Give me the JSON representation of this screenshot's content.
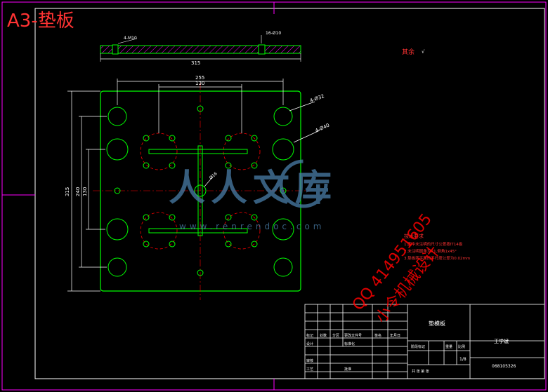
{
  "sheet": {
    "header_title": "A3-垫板",
    "remark": "其余",
    "colors": {
      "background": "#000000",
      "sheet_border": "#ff00ff",
      "inner_border": "#ffffff",
      "part": "#00ff00",
      "holes": "#ff0000",
      "centerlines": "#ff0000",
      "dimensions": "#ffffff",
      "hatch": "#ff00ff",
      "watermark": "#ff0000",
      "logo": "#4a7ea8"
    }
  },
  "dimensions": {
    "top_view_width": "315",
    "top_left_callout": "4-M10",
    "top_right_callout": "16-Ø10",
    "overall_width_inner": "255",
    "hole_spacing_x": "130",
    "callout_a": "4-Ø32",
    "callout_b": "4-Ø40",
    "center_hole": "Ø16",
    "height_overall": "315",
    "height_inner": "240",
    "height_hole": "130"
  },
  "tech_notes": {
    "title": "技术要求",
    "lines": [
      "1.图中未注明的尺寸公差按IT14级",
      "2.未注明圆角为R1,倒角1x45°",
      "3.垫板两平面的平行度公差为0.02mm"
    ]
  },
  "title_block": {
    "part_name": "垫模板",
    "designer": "王学斌",
    "drawing_no": "068105326",
    "scale": "1/8",
    "labels": {
      "mark": "标记",
      "count": "处数",
      "zone": "分区",
      "change_doc": "更改文件号",
      "sign": "签名",
      "date": "年月日",
      "stage_mark": "阶段标记",
      "weight": "重量",
      "ratio": "比例",
      "design": "设计",
      "standard": "标准化",
      "review": "审核",
      "process": "工艺",
      "approve": "批准",
      "sheet_total": "共 张 第 张"
    }
  },
  "watermark": {
    "logo_text": "人人文库",
    "site": "www.renrendoc.com",
    "contact_qq": "QQ 414951605",
    "contact_name": "小令机械设计"
  }
}
